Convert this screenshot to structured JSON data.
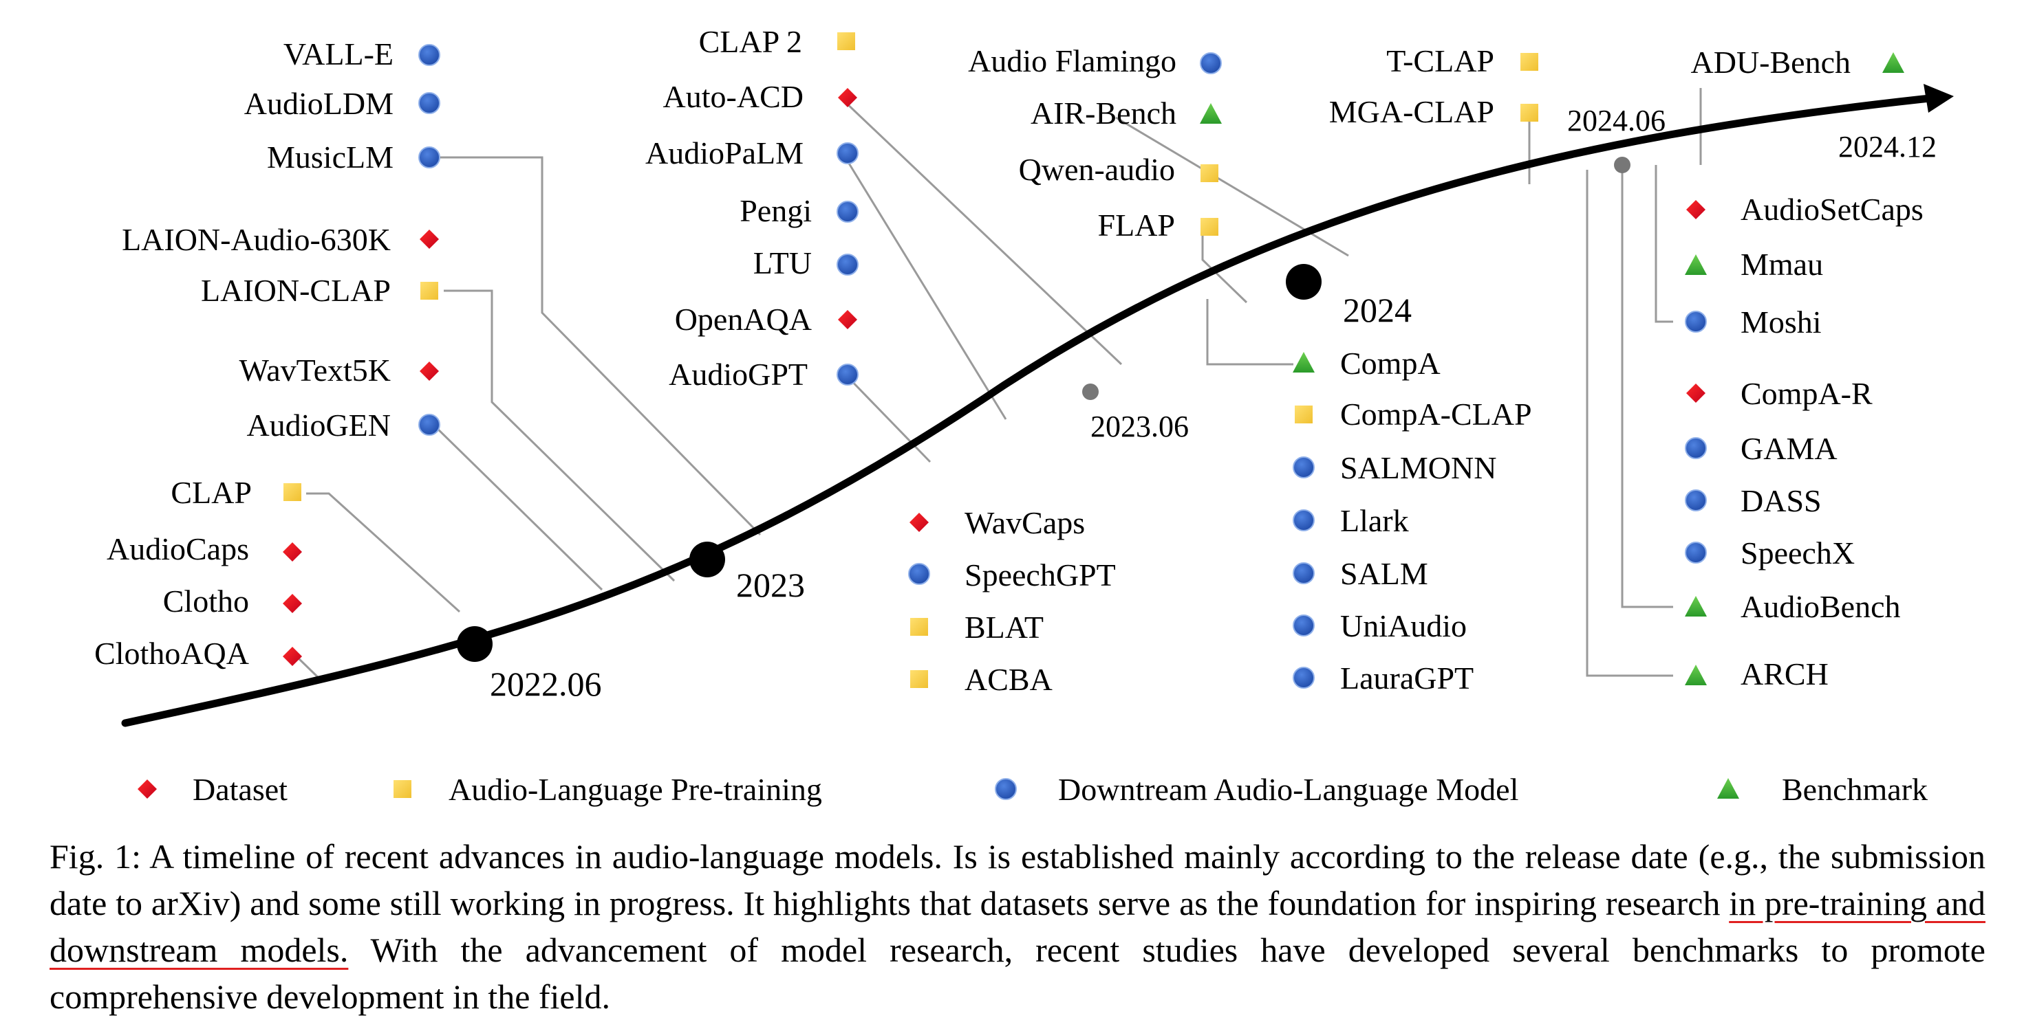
{
  "timeline": {
    "periods": [
      "2022.06",
      "2023",
      "2023.06",
      "2024",
      "2024.06",
      "2024.12"
    ],
    "groups": [
      {
        "items": [
          {
            "label": "VALL-E",
            "kind": "downstream"
          },
          {
            "label": "AudioLDM",
            "kind": "downstream"
          },
          {
            "label": "MusicLM",
            "kind": "downstream"
          },
          {
            "label": "LAION-Audio-630K",
            "kind": "dataset"
          },
          {
            "label": "LAION-CLAP",
            "kind": "pretraining"
          },
          {
            "label": "WavText5K",
            "kind": "dataset"
          },
          {
            "label": "AudioGEN",
            "kind": "downstream"
          },
          {
            "label": "CLAP",
            "kind": "pretraining"
          },
          {
            "label": "AudioCaps",
            "kind": "dataset"
          },
          {
            "label": "Clotho",
            "kind": "dataset"
          },
          {
            "label": "ClothoAQA",
            "kind": "dataset"
          }
        ]
      },
      {
        "items": [
          {
            "label": "CLAP 2",
            "kind": "pretraining"
          },
          {
            "label": "Auto-ACD",
            "kind": "dataset"
          },
          {
            "label": "AudioPaLM",
            "kind": "downstream"
          },
          {
            "label": "Pengi",
            "kind": "downstream"
          },
          {
            "label": "LTU",
            "kind": "downstream"
          },
          {
            "label": "OpenAQA",
            "kind": "dataset"
          },
          {
            "label": "AudioGPT",
            "kind": "downstream"
          }
        ]
      },
      {
        "items": [
          {
            "label": "WavCaps",
            "kind": "dataset"
          },
          {
            "label": "SpeechGPT",
            "kind": "downstream"
          },
          {
            "label": "BLAT",
            "kind": "pretraining"
          },
          {
            "label": "ACBA",
            "kind": "pretraining"
          }
        ]
      },
      {
        "items": [
          {
            "label": "Audio Flamingo",
            "kind": "downstream"
          },
          {
            "label": "AIR-Bench",
            "kind": "benchmark"
          },
          {
            "label": "Qwen-audio",
            "kind": "pretraining"
          },
          {
            "label": "FLAP",
            "kind": "pretraining"
          }
        ]
      },
      {
        "items": [
          {
            "label": "T-CLAP",
            "kind": "pretraining"
          },
          {
            "label": "MGA-CLAP",
            "kind": "pretraining"
          },
          {
            "label": "ADU-Bench",
            "kind": "benchmark"
          }
        ]
      },
      {
        "items": [
          {
            "label": "CompA",
            "kind": "benchmark"
          },
          {
            "label": "CompA-CLAP",
            "kind": "pretraining"
          },
          {
            "label": "SALMONN",
            "kind": "downstream"
          },
          {
            "label": "Llark",
            "kind": "downstream"
          },
          {
            "label": "SALM",
            "kind": "downstream"
          },
          {
            "label": "UniAudio",
            "kind": "downstream"
          },
          {
            "label": "LauraGPT",
            "kind": "downstream"
          }
        ]
      },
      {
        "items": [
          {
            "label": "AudioSetCaps",
            "kind": "dataset"
          },
          {
            "label": "Mmau",
            "kind": "benchmark"
          },
          {
            "label": "Moshi",
            "kind": "downstream"
          },
          {
            "label": "CompA-R",
            "kind": "dataset"
          },
          {
            "label": "GAMA",
            "kind": "downstream"
          },
          {
            "label": "DASS",
            "kind": "downstream"
          },
          {
            "label": "SpeechX",
            "kind": "downstream"
          },
          {
            "label": "AudioBench",
            "kind": "benchmark"
          },
          {
            "label": "ARCH",
            "kind": "benchmark"
          }
        ]
      }
    ]
  },
  "legend": [
    {
      "label": "Dataset",
      "kind": "dataset"
    },
    {
      "label": "Audio-Language Pre-training",
      "kind": "pretraining"
    },
    {
      "label": "Downtream Audio-Language Model",
      "kind": "downstream"
    },
    {
      "label": "Benchmark",
      "kind": "benchmark"
    }
  ],
  "colors": {
    "dataset": "#e0001b",
    "pretraining": "#f5cc3c",
    "downstream": "#2f5fbf",
    "benchmark": "#3aa83a",
    "underline": "#e02020"
  },
  "caption": {
    "prefix": "Fig. 1: A timeline of recent advances in audio-language models. Is is established mainly according to the release date (e.g., the submission date to arXiv) and some still working in progress. It highlights that datasets serve as the foundation for inspiring research ",
    "underlined": "in pre-training and downstream models.",
    "suffix": " With the advancement of model research, recent studies have developed several benchmarks to promote comprehensive development in the field."
  }
}
